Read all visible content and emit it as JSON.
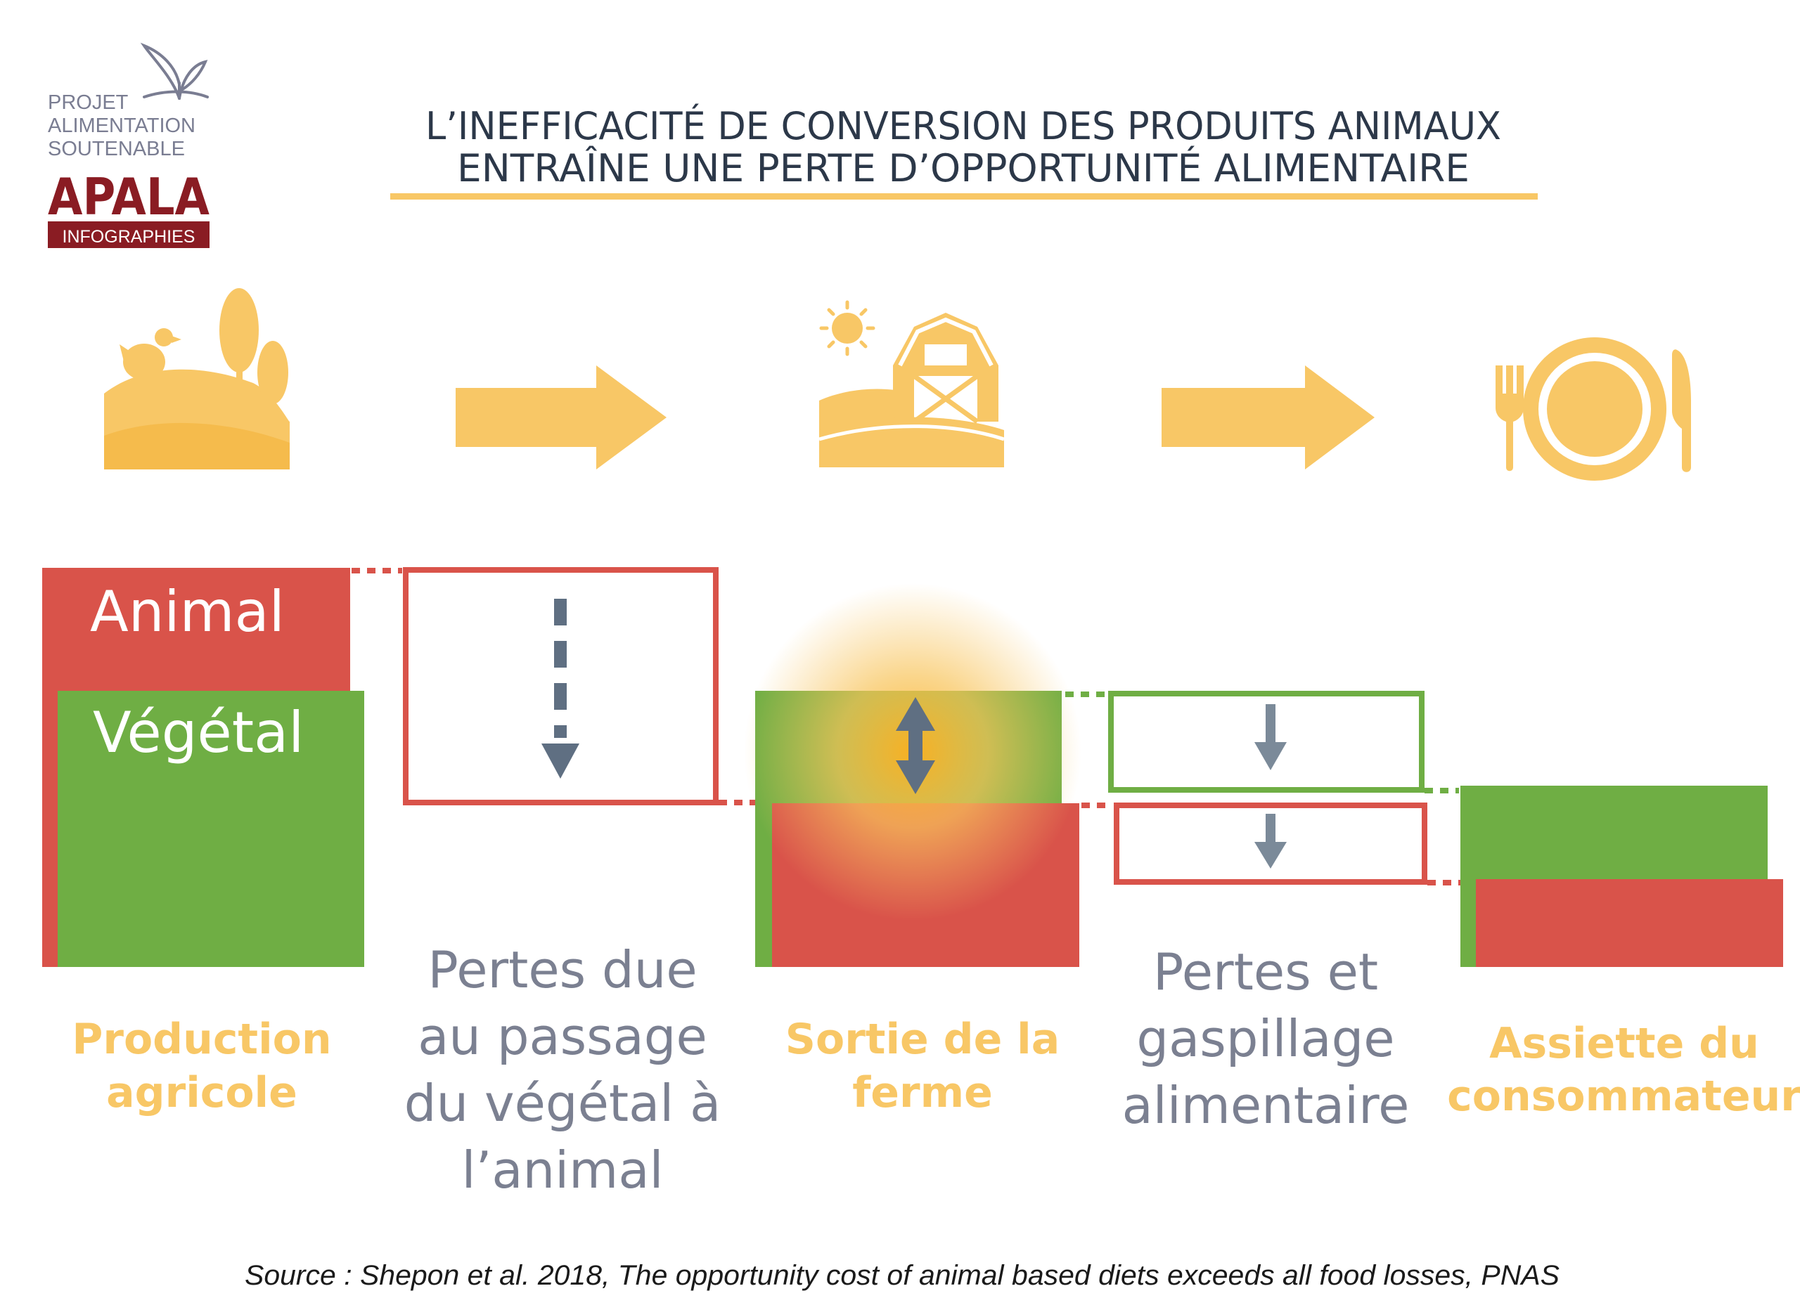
{
  "logo": {
    "lines": [
      "PROJET",
      "ALIMENTATION",
      "SOUTENABLE"
    ],
    "brand": "APALA",
    "subtitle": "INFOGRAPHIES"
  },
  "title": {
    "line1": "L’INEFFICACITÉ DE CONVERSION DES PRODUITS ANIMAUX",
    "line2": "ENTRAÎNE UNE PERTE D’OPPORTUNITÉ ALIMENTAIRE"
  },
  "icons": {
    "farm_field": "chicken-trees-hill-icon",
    "arrow": "right-arrow-icon",
    "barn": "barn-sun-icon",
    "plate": "fork-plate-knife-icon"
  },
  "boxes": {
    "animal": "Animal",
    "vegetal": "Végétal"
  },
  "stages": [
    {
      "lines": [
        "Production",
        "agricole"
      ]
    },
    {
      "lines": [
        "Pertes due",
        "au passage",
        "du végétal à",
        "l’animal"
      ]
    },
    {
      "lines": [
        "Sortie de la",
        "ferme"
      ]
    },
    {
      "lines": [
        "Pertes et",
        "gaspillage",
        "alimentaire"
      ]
    },
    {
      "lines": [
        "Assiette du",
        "consommateur"
      ]
    }
  ],
  "source": "Source : Shepon et al. 2018, The opportunity cost of animal based diets exceeds all food losses, PNAS",
  "colors": {
    "animal_red": "#d9534a",
    "vegetal_green": "#6fae44",
    "accent_yellow": "#f8c766",
    "arrow_gray": "#5f6f82",
    "title_navy": "#2c3849",
    "brand_maroon": "#8a1c23"
  }
}
